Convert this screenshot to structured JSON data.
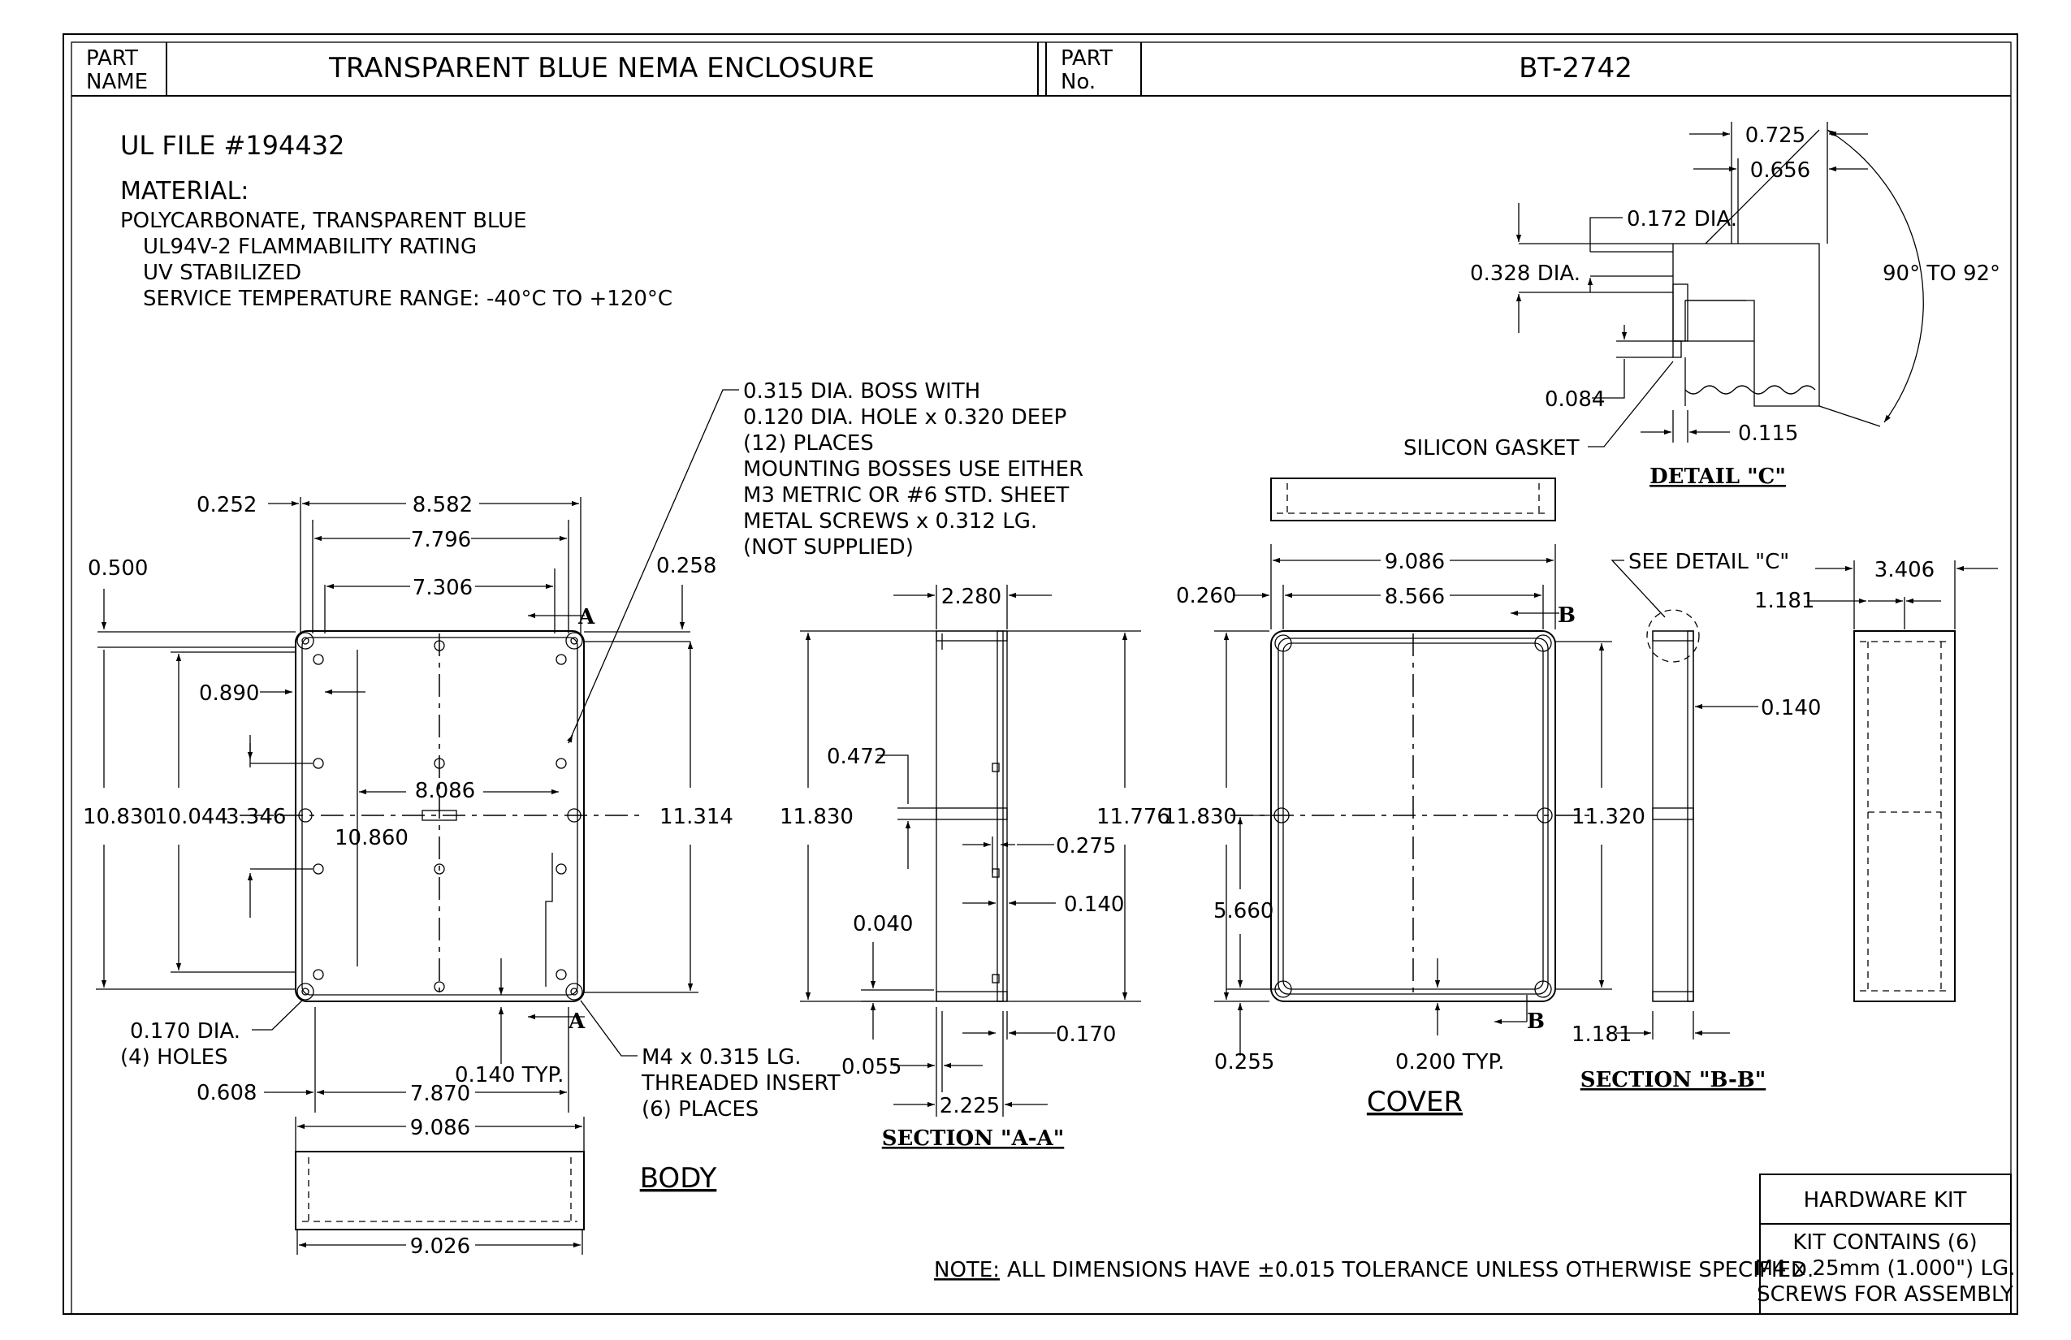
{
  "title_block": {
    "part_name_label_1": "PART",
    "part_name_label_2": "NAME",
    "part_name": "TRANSPARENT BLUE NEMA ENCLOSURE",
    "part_no_label_1": "PART",
    "part_no_label_2": "No.",
    "part_no": "BT-2742"
  },
  "notes": {
    "ul_file": "UL FILE #194432",
    "material_heading": "MATERIAL:",
    "material_lines": [
      "POLYCARBONATE, TRANSPARENT BLUE",
      "UL94V-2 FLAMMABILITY RATING",
      "UV STABILIZED",
      "SERVICE TEMPERATURE RANGE:  -40°C TO +120°C"
    ],
    "boss_note": [
      "0.315 DIA. BOSS WITH",
      "0.120 DIA. HOLE x 0.320 DEEP",
      "(12) PLACES",
      "MOUNTING BOSSES USE EITHER",
      "M3 METRIC OR #6 STD. SHEET",
      "METAL SCREWS x 0.312 LG.",
      "(NOT SUPPLIED)"
    ],
    "holes_note": [
      "0.170 DIA.",
      "(4) HOLES"
    ],
    "insert_note": [
      "M4 x 0.315 LG.",
      "THREADED INSERT",
      "(6) PLACES"
    ],
    "tolerance_label": "NOTE:",
    "tolerance_text": "ALL DIMENSIONS HAVE ±0.015 TOLERANCE UNLESS OTHERWISE SPECIFIED."
  },
  "hardware_kit": {
    "title": "HARDWARE KIT",
    "lines": [
      "KIT CONTAINS (6)",
      "M4 x 25mm (1.000\") LG.",
      "SCREWS FOR ASSEMBLY"
    ]
  },
  "view_titles": {
    "body": "BODY",
    "cover": "COVER",
    "section_aa": "SECTION \"A-A\"",
    "section_bb": "SECTION \"B-B\"",
    "detail_c": "DETAIL \"C\""
  },
  "section_marks": {
    "a": "A",
    "b": "B"
  },
  "body_dims": {
    "d0252": "0.252",
    "d8582": "8.582",
    "d7796": "7.796",
    "d7306": "7.306",
    "d0500": "0.500",
    "d0258": "0.258",
    "d0890": "0.890",
    "d10830": "10.830",
    "d10044": "10.044",
    "d3346": "3.346",
    "d8086": "8.086",
    "d10860": "10.860",
    "d11314": "11.314",
    "d0140typ": "0.140 TYP.",
    "d0608": "0.608",
    "d7870": "7.870",
    "d9086": "9.086",
    "d9026": "9.026"
  },
  "section_aa_dims": {
    "d2280": "2.280",
    "d0472": "0.472",
    "d11830": "11.830",
    "d11776": "11.776",
    "d0275": "0.275",
    "d0140": "0.140",
    "d0040": "0.040",
    "d0170": "0.170",
    "d0055": "0.055",
    "d2225": "2.225"
  },
  "cover_dims": {
    "d9086": "9.086",
    "d0260": "0.260",
    "d8566": "8.566",
    "d11830": "11.830",
    "d5660": "5.660",
    "d11320": "11.320",
    "d0255": "0.255",
    "d0200typ": "0.200 TYP."
  },
  "section_bb_dims": {
    "see_detail": "SEE DETAIL \"C\"",
    "d3406": "3.406",
    "d1181a": "1.181",
    "d0140": "0.140",
    "d1181b": "1.181"
  },
  "detail_c_dims": {
    "d0725": "0.725",
    "d0656": "0.656",
    "d0172": "0.172 DIA.",
    "d0328": "0.328 DIA.",
    "angle": "90° TO 92°",
    "d0084": "0.084",
    "gasket": "SILICON GASKET",
    "d0115": "0.115"
  }
}
